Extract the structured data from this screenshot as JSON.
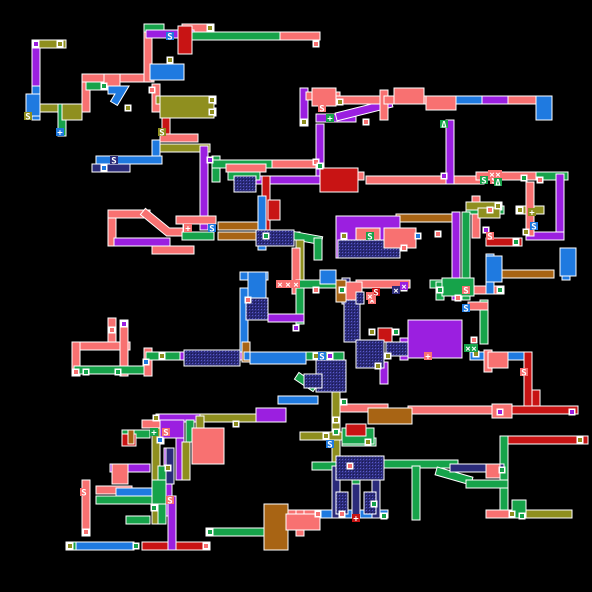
{
  "game": {
    "view": "maze-map",
    "marker_glyphs": [
      "S",
      "+",
      "×",
      "Δ"
    ]
  },
  "palette": {
    "background": "#000000",
    "outline": "#ffffff",
    "salmon": "#f87171",
    "green": "#16a34a",
    "purple": "#9b1fe0",
    "blue": "#1f7ae0",
    "olive": "#8f8f1f",
    "red": "#c81414",
    "navy": "#2b2b7a",
    "brown": "#a86414"
  }
}
